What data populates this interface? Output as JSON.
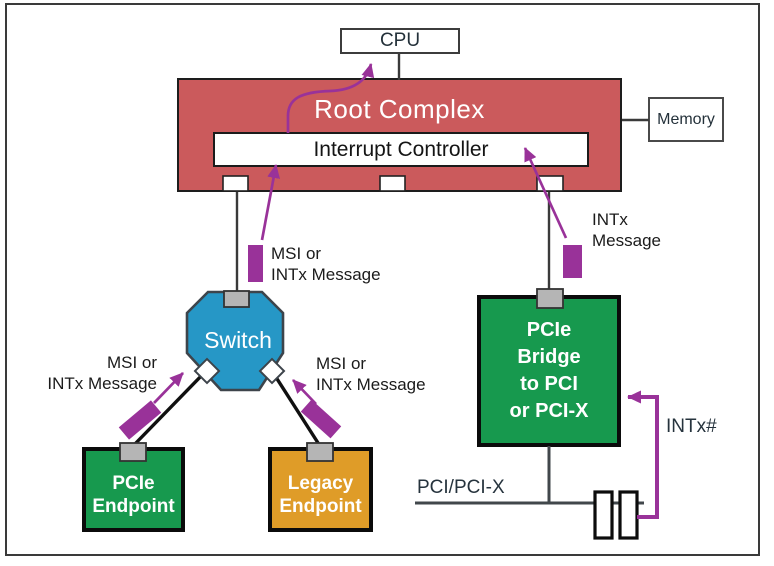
{
  "colors": {
    "root_complex_red": "#CB5A5C",
    "switch_blue": "#2697C6",
    "endpoint_green": "#17994E",
    "endpoint_orange": "#DF9C28",
    "message_purple": "#993299"
  },
  "nodes": {
    "cpu": {
      "label": "CPU"
    },
    "root_complex": {
      "label": "Root Complex"
    },
    "interrupt_controller": {
      "label": "Interrupt Controller"
    },
    "memory": {
      "label": "Memory"
    },
    "switch": {
      "label": "Switch"
    },
    "pcie_endpoint": {
      "lines": [
        "PCIe",
        "Endpoint"
      ]
    },
    "legacy_endpoint": {
      "lines": [
        "Legacy",
        "Endpoint"
      ]
    },
    "pcie_bridge": {
      "lines": [
        "PCIe",
        "Bridge",
        "to PCI",
        "or PCI-X"
      ]
    }
  },
  "labels": {
    "msi_upper": {
      "lines": [
        "MSI or",
        "INTx Message"
      ]
    },
    "intx_upper_right": {
      "lines": [
        "INTx",
        "Message"
      ]
    },
    "msi_lower_left": {
      "lines": [
        "MSI or",
        "INTx Message"
      ]
    },
    "msi_lower_right": {
      "lines": [
        "MSI or",
        "INTx Message"
      ]
    },
    "pci_bus": "PCI/PCI-X",
    "intx_wire": "INTx#"
  }
}
